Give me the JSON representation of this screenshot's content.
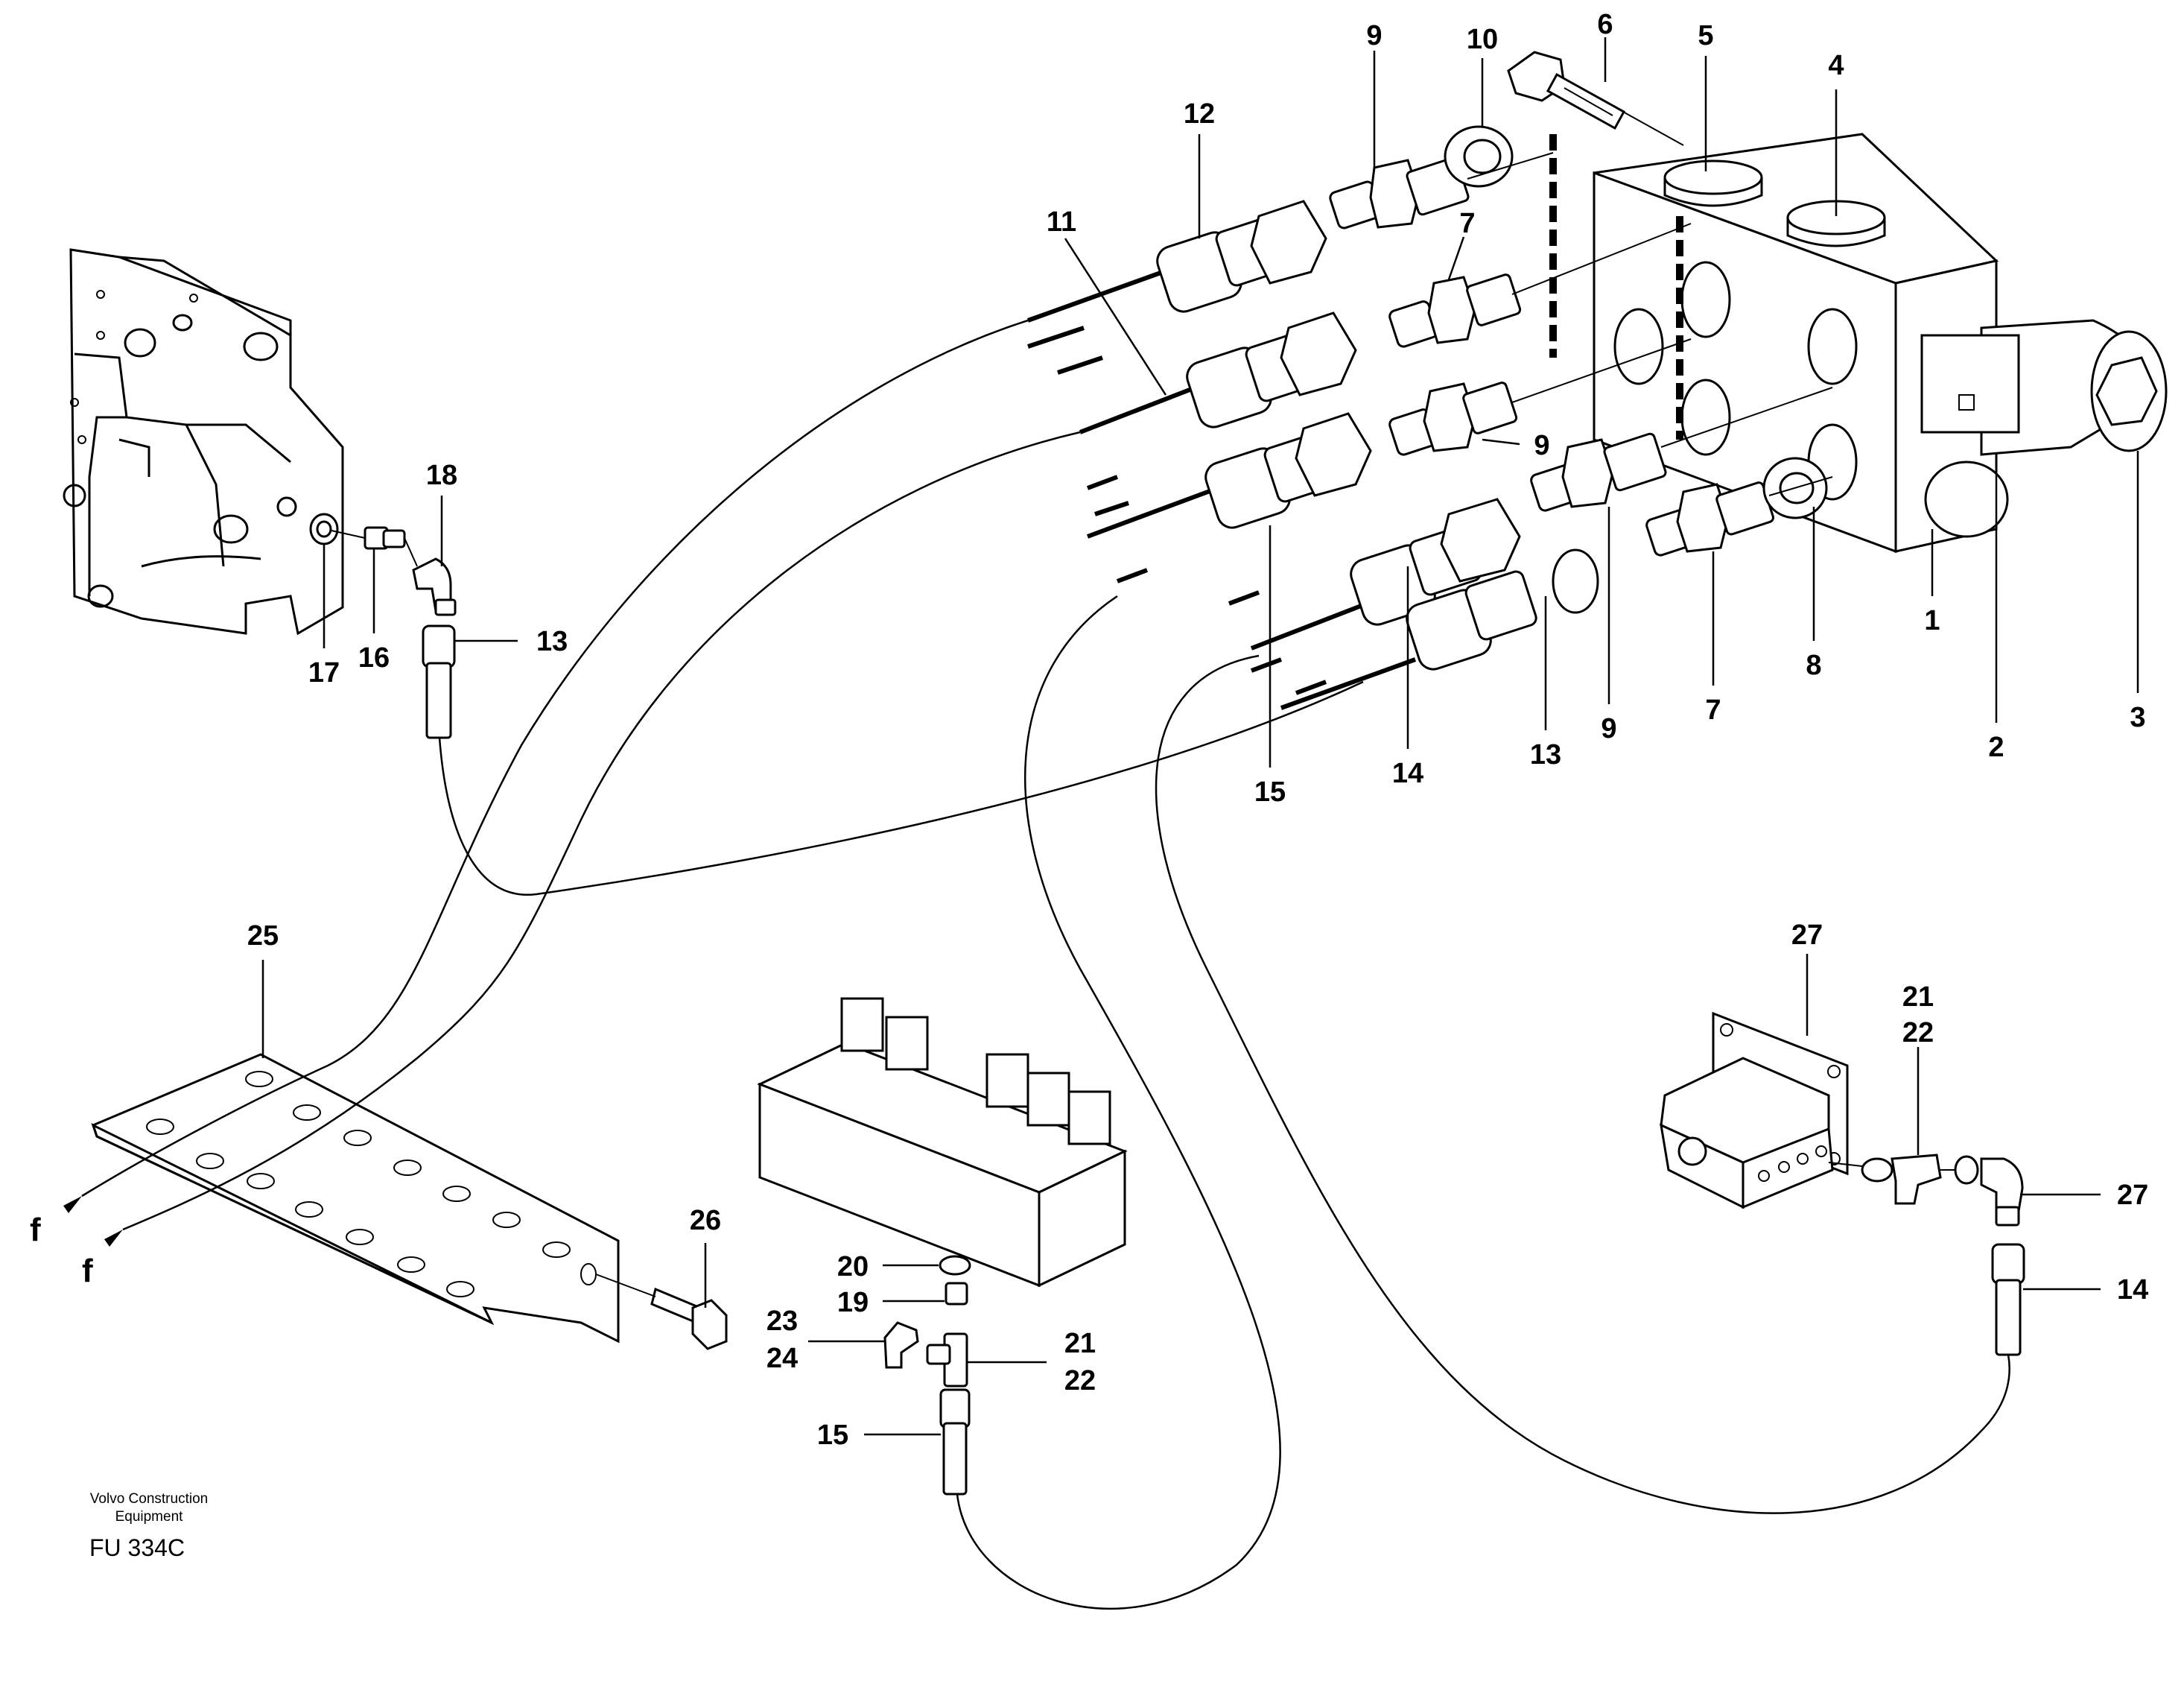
{
  "labels": {
    "l1": "1",
    "l2": "2",
    "l3": "3",
    "l4": "4",
    "l5": "5",
    "l6": "6",
    "l7a": "7",
    "l7b": "7",
    "l8": "8",
    "l9a": "9",
    "l9b": "9",
    "l9c": "9",
    "l10": "10",
    "l11": "11",
    "l12": "12",
    "l13a": "13",
    "l13b": "13",
    "l14a": "14",
    "l14b": "14",
    "l15a": "15",
    "l15b": "15",
    "l16": "16",
    "l17": "17",
    "l18": "18",
    "l19": "19",
    "l20": "20",
    "l21a": "21",
    "l22a": "22",
    "l21b": "21",
    "l22b": "22",
    "l23": "23",
    "l24": "24",
    "l25": "25",
    "l26": "26",
    "l27a": "27",
    "l27b": "27"
  },
  "markers": {
    "f1": "f",
    "f2": "f"
  },
  "caption": {
    "line1": "Volvo Construction",
    "line2": "Equipment",
    "code": "FU 334C"
  }
}
